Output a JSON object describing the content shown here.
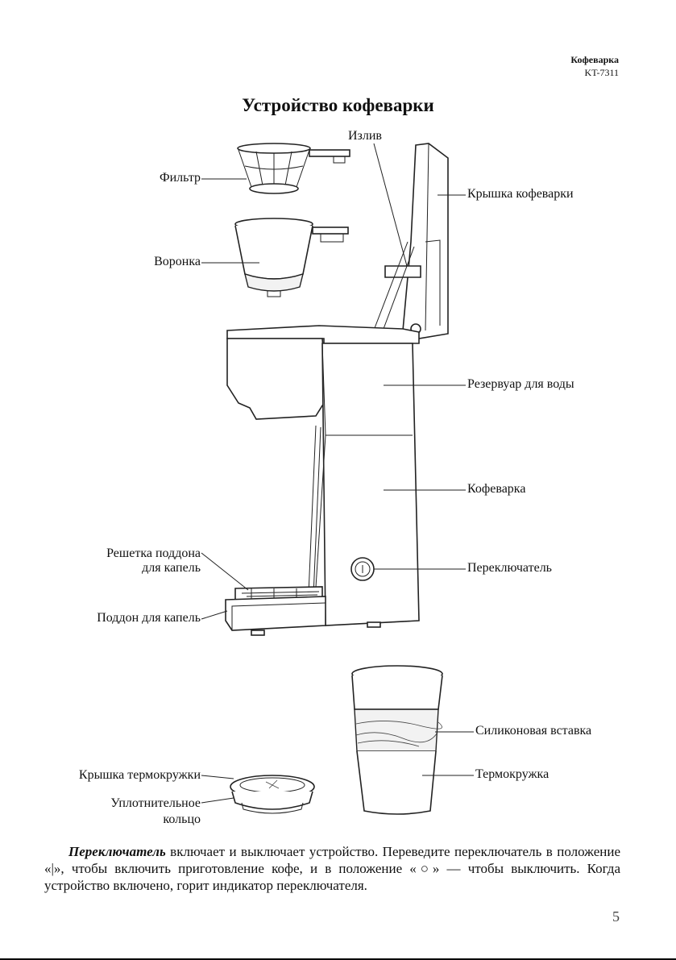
{
  "header": {
    "brand": "Кофеварка",
    "model": "KT-7311"
  },
  "title": "Устройство кофеварки",
  "labels": {
    "spout": "Излив",
    "filter": "Фильтр",
    "lid": "Крышка кофеварки",
    "funnel": "Воронка",
    "reservoir": "Резервуар для воды",
    "body": "Кофеварка",
    "grid_line1": "Решетка поддона",
    "grid_line2": "для капель",
    "switch": "Переключатель",
    "tray": "Поддон для капель",
    "silicone": "Силиконовая вставка",
    "mug_lid": "Крышка термокружки",
    "mug": "Термокружка",
    "ring_line1": "Уплотнительное",
    "ring_line2": "кольцо"
  },
  "description": {
    "lead": "Переключатель",
    "text": " включает и выключает устройство. Переведите переключатель в положение «|», чтобы включить приготовление кофе, и в положение «○» — чтобы выключить. Когда устройство включено, горит индикатор переключателя."
  },
  "page_number": "5"
}
